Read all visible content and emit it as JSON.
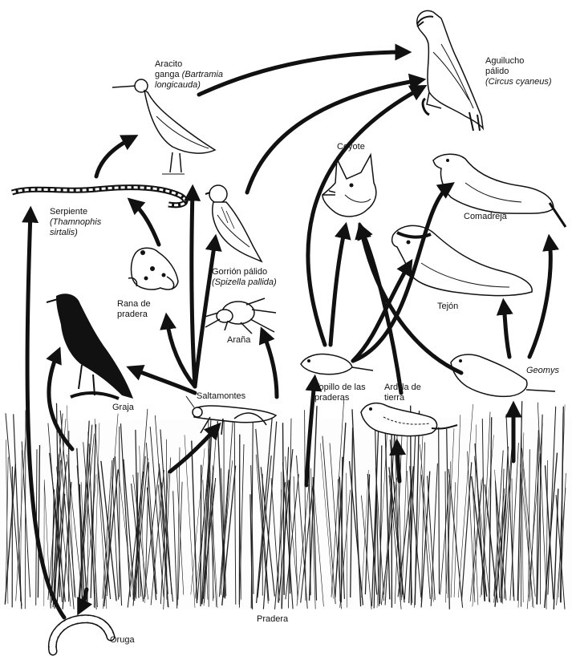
{
  "labels": {
    "aguilucho": {
      "name_1": "Aguilucho",
      "name_2": "pálido",
      "sci": "(Circus cyaneus)"
    },
    "aracito": {
      "name_1": "Aracito",
      "name_2": "ganga",
      "sci_1": "(Bartramia",
      "sci_2": "longicauda)"
    },
    "serpiente": {
      "name": "Serpiente",
      "sci_1": "(Thamnophis",
      "sci_2": "sirtalis)"
    },
    "coyote": {
      "name": "Coyote"
    },
    "comadreja": {
      "name": "Comadreja"
    },
    "gorrion": {
      "name": "Gorrión pálido",
      "sci": "(Spizella pallida)"
    },
    "rana": {
      "name_1": "Rana de",
      "name_2": "pradera"
    },
    "tejon": {
      "name": "Tejón"
    },
    "arana": {
      "name": "Araña"
    },
    "graja": {
      "name": "Graja"
    },
    "saltamontes": {
      "name": "Saltamontes"
    },
    "topillo": {
      "name_1": "Topillo de las",
      "name_2": "praderas"
    },
    "ardilla": {
      "name_1": "Ardilla de",
      "name_2": "tierra"
    },
    "geomys": {
      "name": "Geomys"
    },
    "pradera": {
      "name": "Pradera"
    },
    "oruga": {
      "name": "Oruga"
    }
  },
  "colors": {
    "ink": "#111111",
    "paper": "#ffffff"
  }
}
